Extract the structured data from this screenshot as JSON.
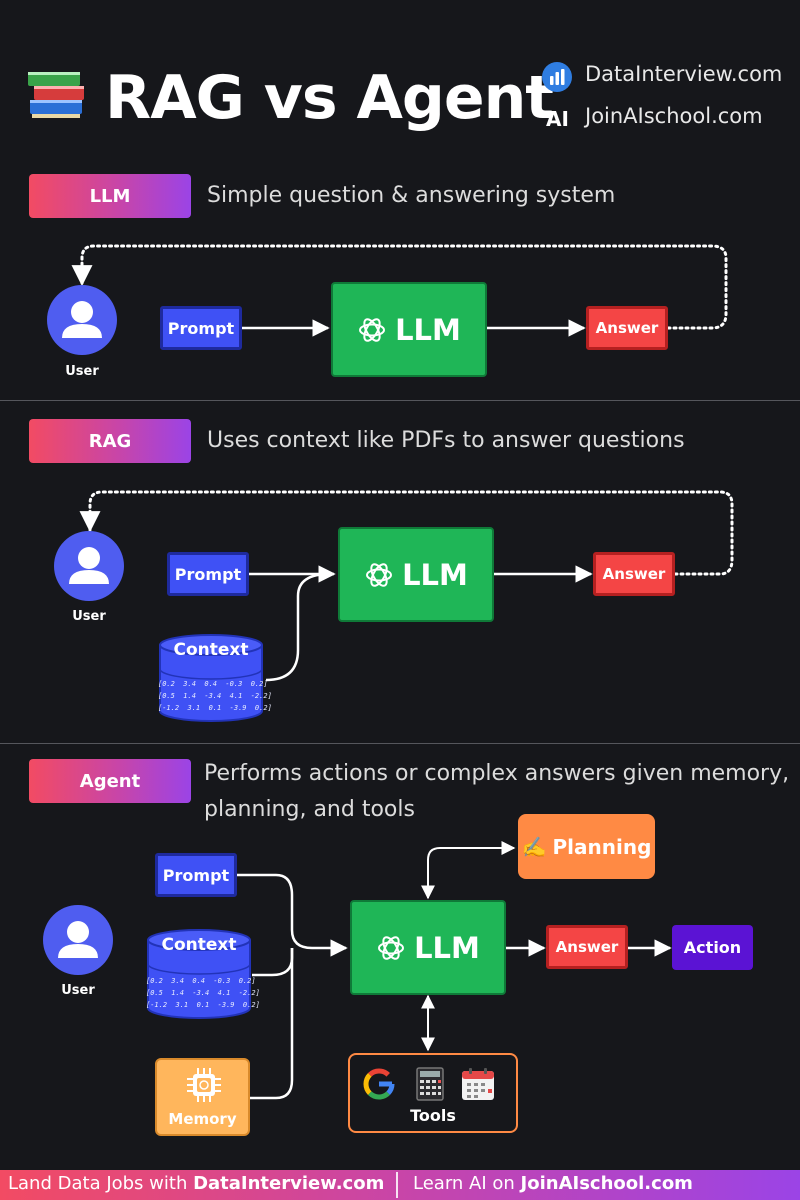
{
  "header": {
    "title": "RAG vs Agent",
    "books_icon": "books-icon",
    "brand1": {
      "icon": "bar-chart-icon",
      "text": "DataInterview.com"
    },
    "brand2": {
      "icon": "ai-logo-icon",
      "logo_text": "AI",
      "text": "JoinAIschool.com"
    }
  },
  "sections": {
    "llm": {
      "pill": "LLM",
      "desc": "Simple question & answering system",
      "user": "User",
      "prompt": "Prompt",
      "llm": "LLM",
      "answer": "Answer"
    },
    "rag": {
      "pill": "RAG",
      "desc": "Uses context like PDFs to answer questions",
      "user": "User",
      "prompt": "Prompt",
      "context": "Context",
      "vectors": [
        "[0.2  3.4  0.4  -0.3  0.2]",
        "[0.5  1.4  -3.4  4.1  -2.2]",
        "[-1.2  3.1  0.1  -3.9  0.2]"
      ],
      "llm": "LLM",
      "answer": "Answer"
    },
    "agent": {
      "pill": "Agent",
      "desc_line1": "Performs actions or complex answers given memory,",
      "desc_line2": "planning, and tools",
      "user": "User",
      "prompt": "Prompt",
      "context": "Context",
      "vectors": [
        "[0.2  3.4  0.4  -0.3  0.2]",
        "[0.5  1.4  -3.4  4.1  -2.2]",
        "[-1.2  3.1  0.1  -3.9  0.2]"
      ],
      "memory": "Memory",
      "llm": "LLM",
      "planning_emoji": "✍️",
      "planning": "Planning",
      "answer": "Answer",
      "action": "Action",
      "tools": "Tools"
    }
  },
  "footer": {
    "left_prefix": "Land Data Jobs with ",
    "left_brand": "DataInterview.com",
    "right_prefix": "Learn AI on ",
    "right_brand": "JoinAIschool.com"
  },
  "colors": {
    "background": "#16171b",
    "prompt": "#3f51f5",
    "llm": "#1fb657",
    "answer": "#f44545",
    "action": "#5b13d4",
    "planning": "#ff8a44",
    "memory": "#ffb65c",
    "user": "#4f5df0",
    "pill_gradient_start": "#f24b63",
    "pill_gradient_end": "#9b44e6"
  }
}
